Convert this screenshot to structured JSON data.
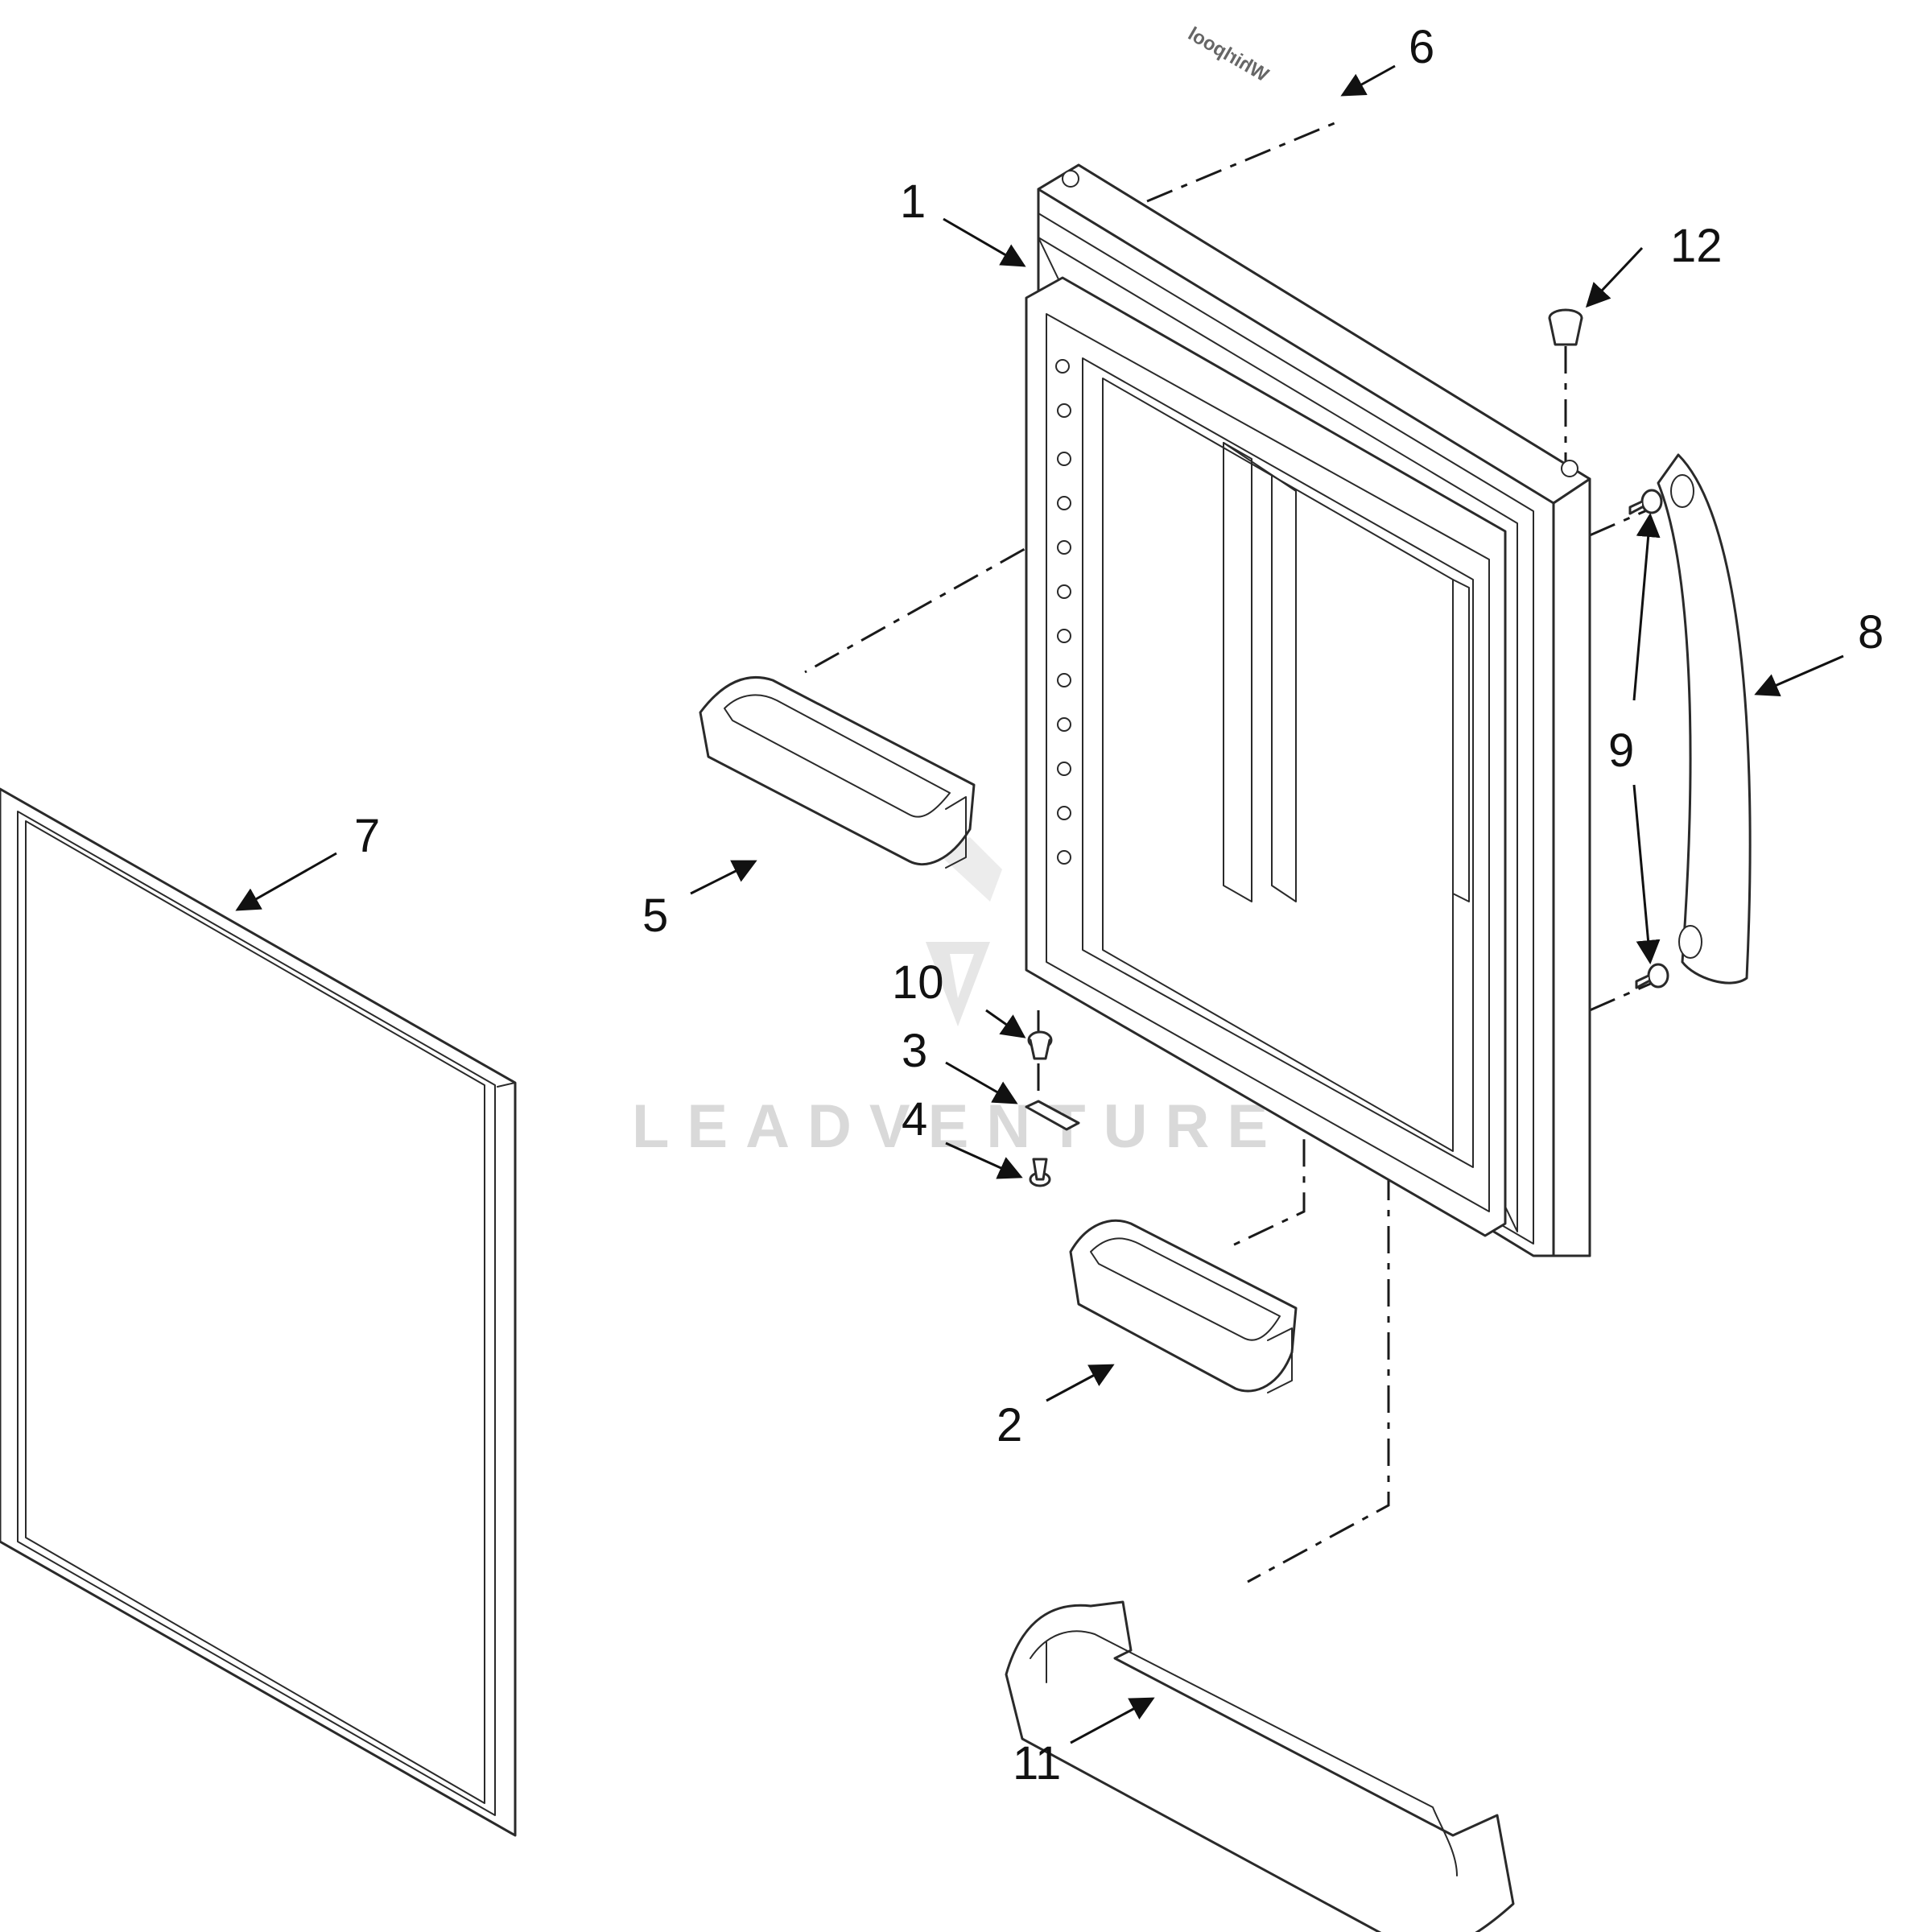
{
  "callouts": [
    {
      "id": "1",
      "label": "1"
    },
    {
      "id": "2",
      "label": "2"
    },
    {
      "id": "3",
      "label": "3"
    },
    {
      "id": "4",
      "label": "4"
    },
    {
      "id": "5",
      "label": "5"
    },
    {
      "id": "6",
      "label": "6"
    },
    {
      "id": "7",
      "label": "7"
    },
    {
      "id": "8",
      "label": "8"
    },
    {
      "id": "9",
      "label": "9"
    },
    {
      "id": "10",
      "label": "10"
    },
    {
      "id": "11",
      "label": "11"
    },
    {
      "id": "12",
      "label": "12"
    }
  ],
  "badge_text": "Whirlpool",
  "watermark": "LEADVENTURE",
  "colors": {
    "line": "#2a2a2a",
    "watermark": "#d9d9d9"
  }
}
